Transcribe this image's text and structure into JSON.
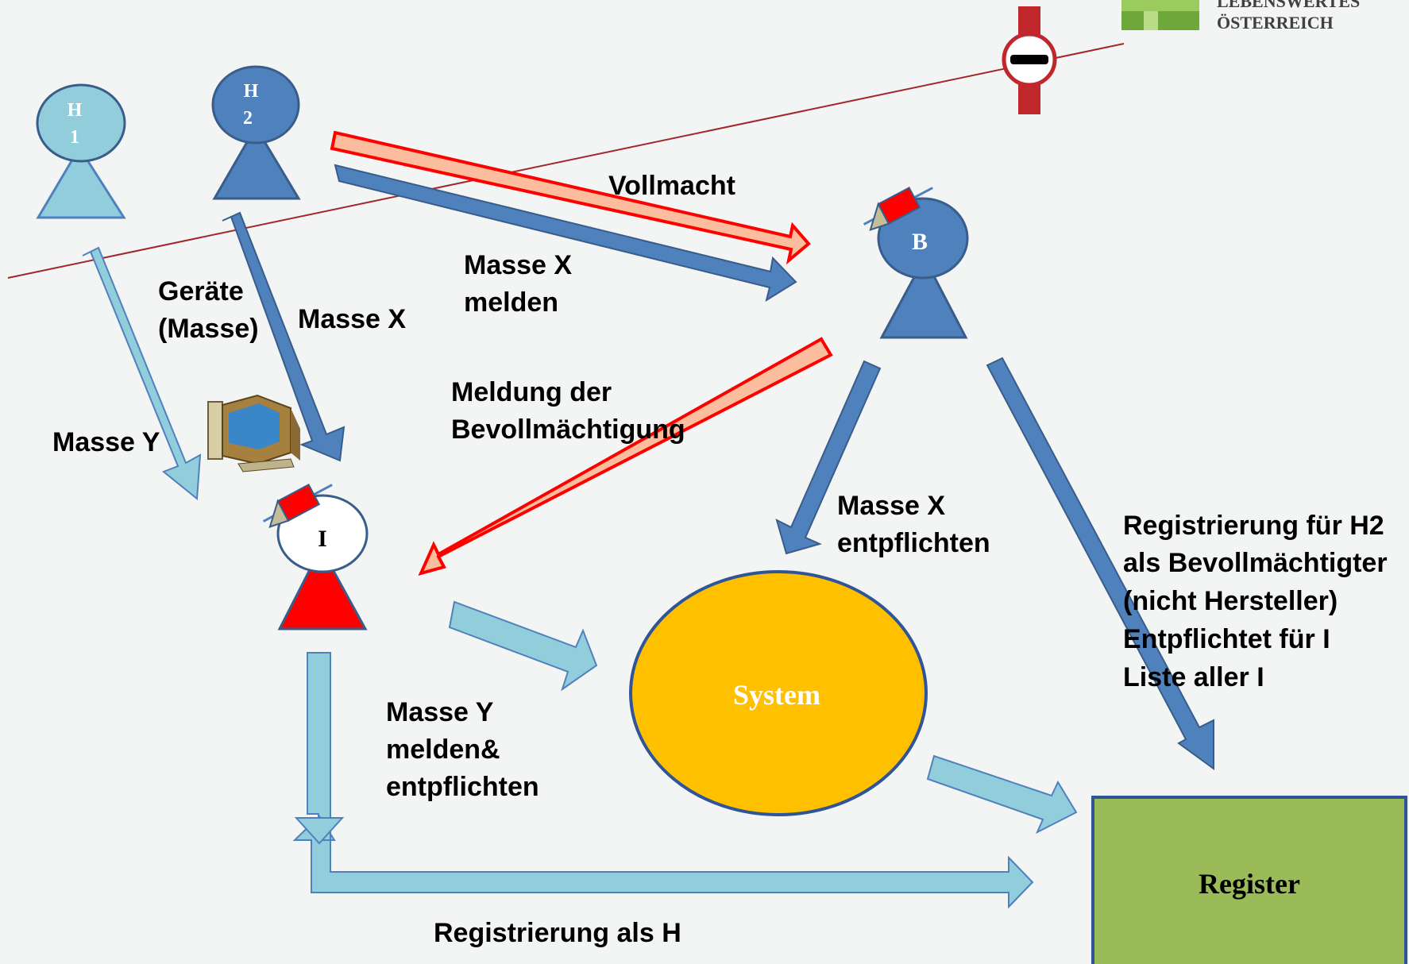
{
  "brand": {
    "line1": "LEBENSWERTES",
    "line2": "ÖSTERREICH"
  },
  "actors": {
    "h1": [
      "H",
      "1"
    ],
    "h2": [
      "H",
      "2"
    ],
    "b": "B",
    "i": "I"
  },
  "nodes": {
    "system": "System",
    "register": "Register"
  },
  "labels": {
    "vollmacht": "Vollmacht",
    "masse_x_melden": [
      "Masse X",
      "melden"
    ],
    "geraete": [
      "Geräte",
      "(Masse)"
    ],
    "masse_x": "Masse X",
    "meldung": [
      "Meldung der",
      "Bevollmächtigung"
    ],
    "masse_y": "Masse Y",
    "masse_x_entpflichten": [
      "Masse X",
      "entpflichten"
    ],
    "masse_y_melden": [
      "Masse Y",
      "melden&",
      "entpflichten"
    ],
    "registrierung_b": [
      "Registrierung für H2",
      "als Bevollmächtigter",
      "(nicht Hersteller)",
      "Entpflichtet für I",
      "Liste aller I"
    ],
    "registrierung_h": "Registrierung als H"
  },
  "colors": {
    "light_blue": "#92cddc",
    "dark_blue": "#4f81bd",
    "salmon": "#fbbd9e",
    "red": "#ff0000",
    "orange": "#ffc000",
    "green": "#9bbb59",
    "maroon": "#a0282a"
  }
}
